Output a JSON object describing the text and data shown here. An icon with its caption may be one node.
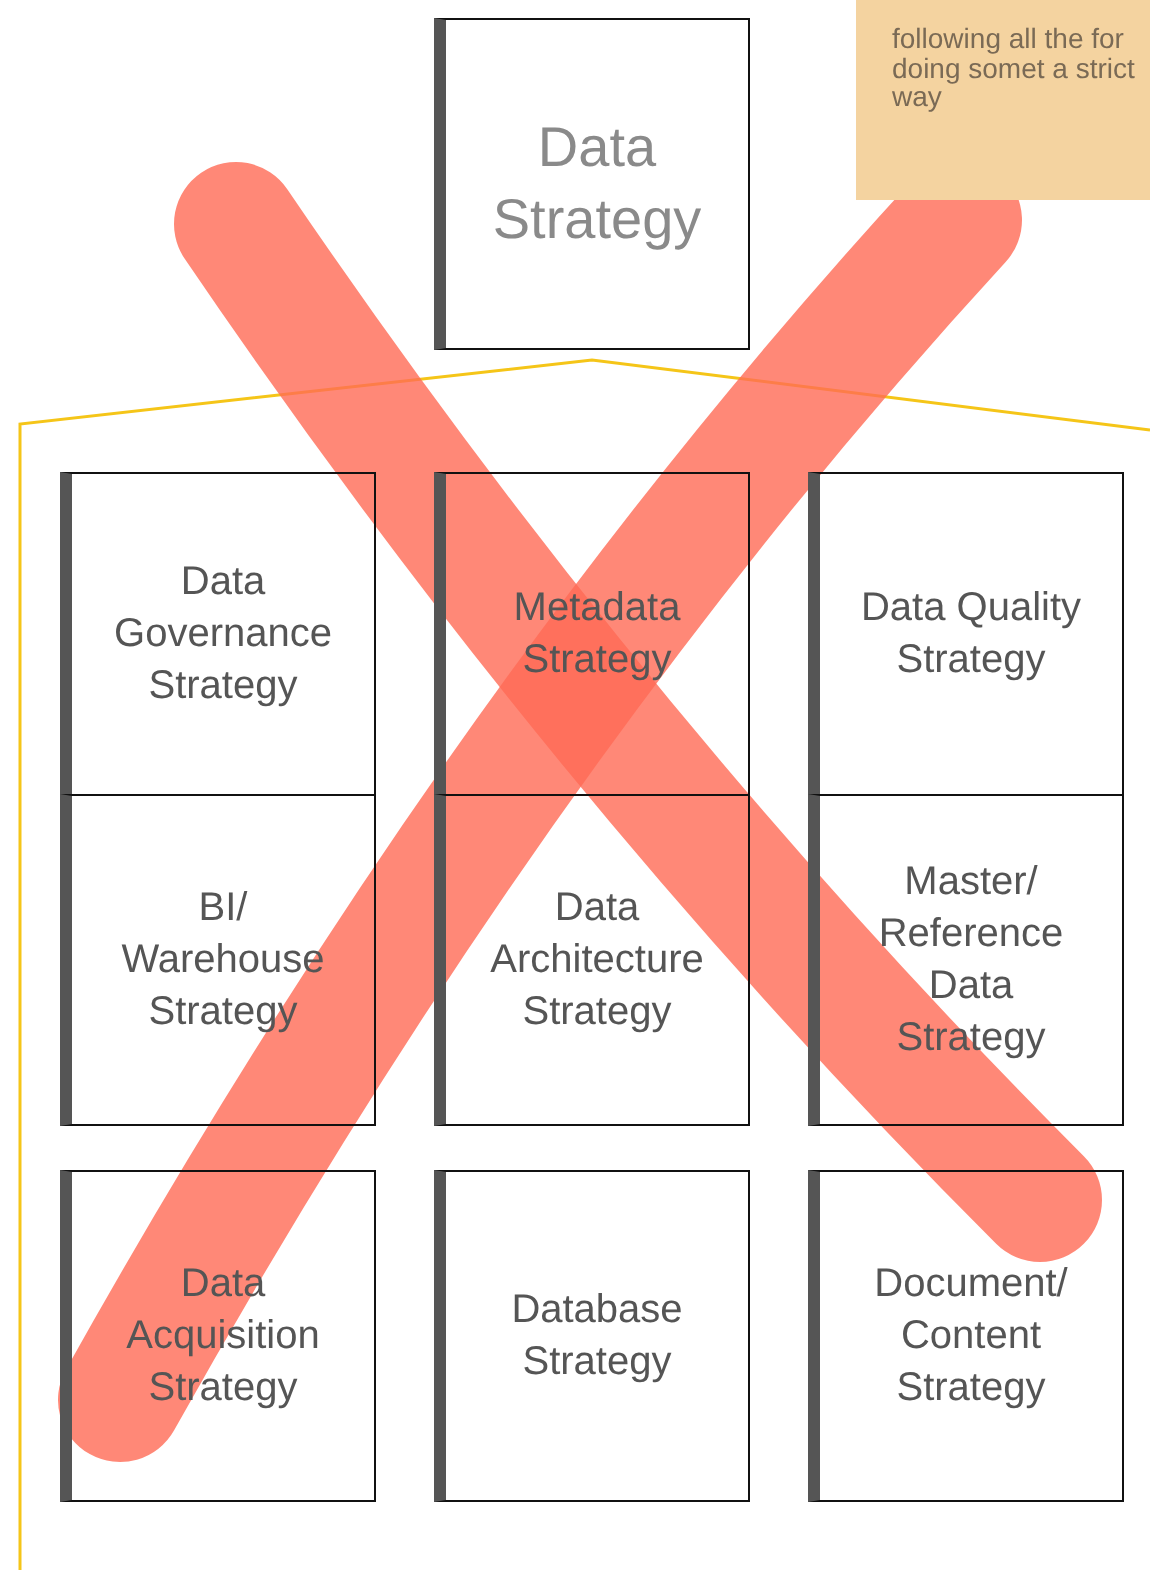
{
  "diagram": {
    "nodes": [
      {
        "text": [
          "Data Strategy"
        ]
      },
      {
        "text": [
          "Data Governance Strategy"
        ]
      },
      {
        "text": [
          "Metadata Strategy"
        ]
      },
      {
        "text": [
          "Data Quality Strategy"
        ]
      },
      {
        "text": [
          "BI/ Warehouse Strategy"
        ]
      },
      {
        "text": [
          "Data Architecture Strategy"
        ]
      },
      {
        "text": [
          "Master/ Reference Data Strategy"
        ]
      },
      {
        "text": [
          "Data Acquisition Strategy"
        ]
      },
      {
        "text": [
          "Database Strategy"
        ]
      },
      {
        "text": [
          "Document/ Content Strategy"
        ]
      }
    ],
    "labels": [
      "following all the for doing somet a strict way"
    ]
  }
}
